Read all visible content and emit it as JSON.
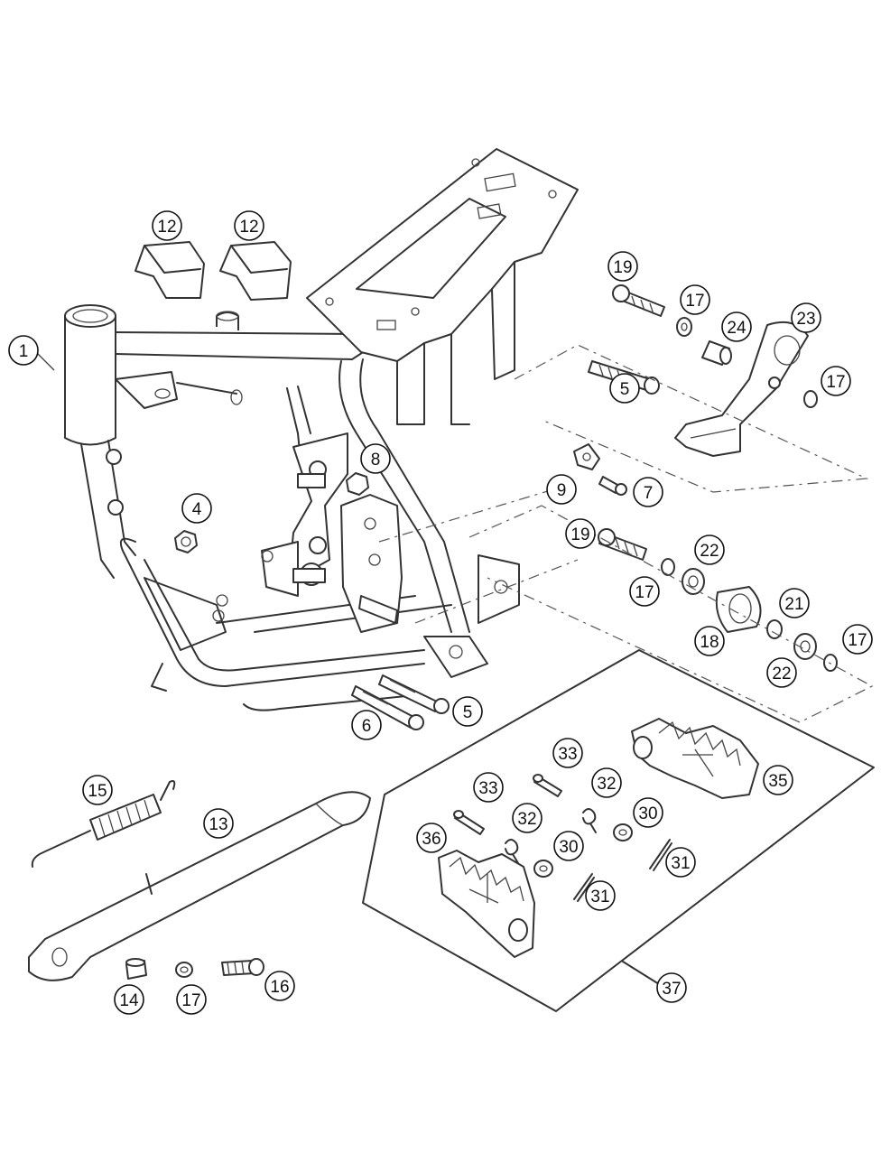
{
  "callouts": [
    {
      "id": "c1",
      "label": "1"
    },
    {
      "id": "c12a",
      "label": "12"
    },
    {
      "id": "c12b",
      "label": "12"
    },
    {
      "id": "c4",
      "label": "4"
    },
    {
      "id": "c8",
      "label": "8"
    },
    {
      "id": "c6",
      "label": "6"
    },
    {
      "id": "c5a",
      "label": "5"
    },
    {
      "id": "c5b",
      "label": "5"
    },
    {
      "id": "c19a",
      "label": "19"
    },
    {
      "id": "c17a",
      "label": "17"
    },
    {
      "id": "c24",
      "label": "24"
    },
    {
      "id": "c23",
      "label": "23"
    },
    {
      "id": "c17b",
      "label": "17"
    },
    {
      "id": "c9",
      "label": "9"
    },
    {
      "id": "c7",
      "label": "7"
    },
    {
      "id": "c19b",
      "label": "19"
    },
    {
      "id": "c22a",
      "label": "22"
    },
    {
      "id": "c17c",
      "label": "17"
    },
    {
      "id": "c21",
      "label": "21"
    },
    {
      "id": "c18",
      "label": "18"
    },
    {
      "id": "c17d",
      "label": "17"
    },
    {
      "id": "c22b",
      "label": "22"
    },
    {
      "id": "c15",
      "label": "15"
    },
    {
      "id": "c13",
      "label": "13"
    },
    {
      "id": "c14",
      "label": "14"
    },
    {
      "id": "c17e",
      "label": "17"
    },
    {
      "id": "c16",
      "label": "16"
    },
    {
      "id": "c33a",
      "label": "33"
    },
    {
      "id": "c33b",
      "label": "33"
    },
    {
      "id": "c32a",
      "label": "32"
    },
    {
      "id": "c32b",
      "label": "32"
    },
    {
      "id": "c36",
      "label": "36"
    },
    {
      "id": "c30a",
      "label": "30"
    },
    {
      "id": "c30b",
      "label": "30"
    },
    {
      "id": "c31a",
      "label": "31"
    },
    {
      "id": "c31b",
      "label": "31"
    },
    {
      "id": "c35",
      "label": "35"
    },
    {
      "id": "c37",
      "label": "37"
    }
  ]
}
